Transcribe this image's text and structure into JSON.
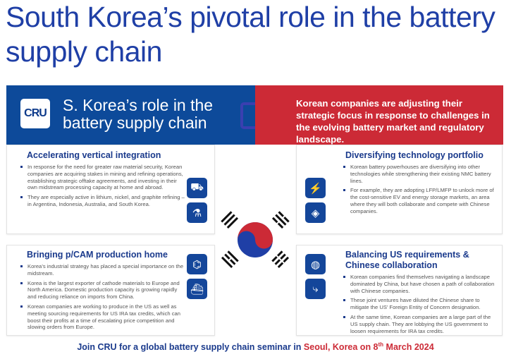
{
  "title": "South Korea’s pivotal role in the battery supply chain",
  "banner": {
    "logo": "CRU",
    "heading": "S. Korea’s role in the battery supply chain",
    "summary": "Korean companies are adjusting their strategic focus in response to challenges in the evolving battery market and regulatory landscape.",
    "colors": {
      "blue": "#0d4a9a",
      "red": "#cc2a36"
    }
  },
  "panels": [
    {
      "heading": "Accelerating vertical integration",
      "bullets": [
        "In response for the need for greater raw material security, Korean companies are acquiring stakes in mining and refining operations, establishing strategic offtake agreements, and investing in their own midstream processing capacity at home and abroad.",
        "They are especially active in lithium, nickel, and graphite refining – in Argentina, Indonesia, Australia, and South Korea."
      ],
      "icons": [
        "mine-cart-icon",
        "refining-beaker-icon"
      ]
    },
    {
      "heading": "Diversifying technology portfolio",
      "bullets": [
        "Korean battery powerhouses are diversifying into other technologies while strengthening their existing NMC battery lines.",
        "For example, they are adopting LFP/LMFP to unlock more of the cost-sensitive EV and energy storage markets, an area where they will both collaborate and compete with Chinese companies."
      ],
      "icons": [
        "battery-charging-icon",
        "solar-panel-icon"
      ]
    },
    {
      "heading": "Bringing p/CAM production home",
      "bullets": [
        "Korea’s industrial strategy has placed a special importance on the midstream.",
        "Korea is the largest exporter of cathode materials to Europe and North America. Domestic production capacity is growing rapidly and reducing reliance on imports from China.",
        "Korean companies are working to produce in the US as well as meeting sourcing requirements for US IRA tax credits, which can boost their profits at a time of escalating price competition and slowing orders from Europe."
      ],
      "icons": [
        "molecule-icon",
        "cargo-ship-icon"
      ]
    },
    {
      "heading": "Balancing US requirements & Chinese collaboration",
      "bullets": [
        "Korean companies find themselves navigating a landscape dominated by China, but have chosen a path of collaboration with Chinese companies.",
        "These joint ventures have diluted the Chinese share to mitigate the US’ Foreign Entity of Concern designation.",
        "At the same time, Korean companies are a large part of the US supply chain. They are lobbying the US government to loosen requirements for IRA tax credits."
      ],
      "icons": [
        "globe-icon",
        "route-icon"
      ]
    }
  ],
  "footer": {
    "text": "Join CRU for a global battery supply chain seminar in ",
    "highlight": "Seoul, Korea on 8",
    "sup": "th",
    "highlight2": " March 2024"
  }
}
